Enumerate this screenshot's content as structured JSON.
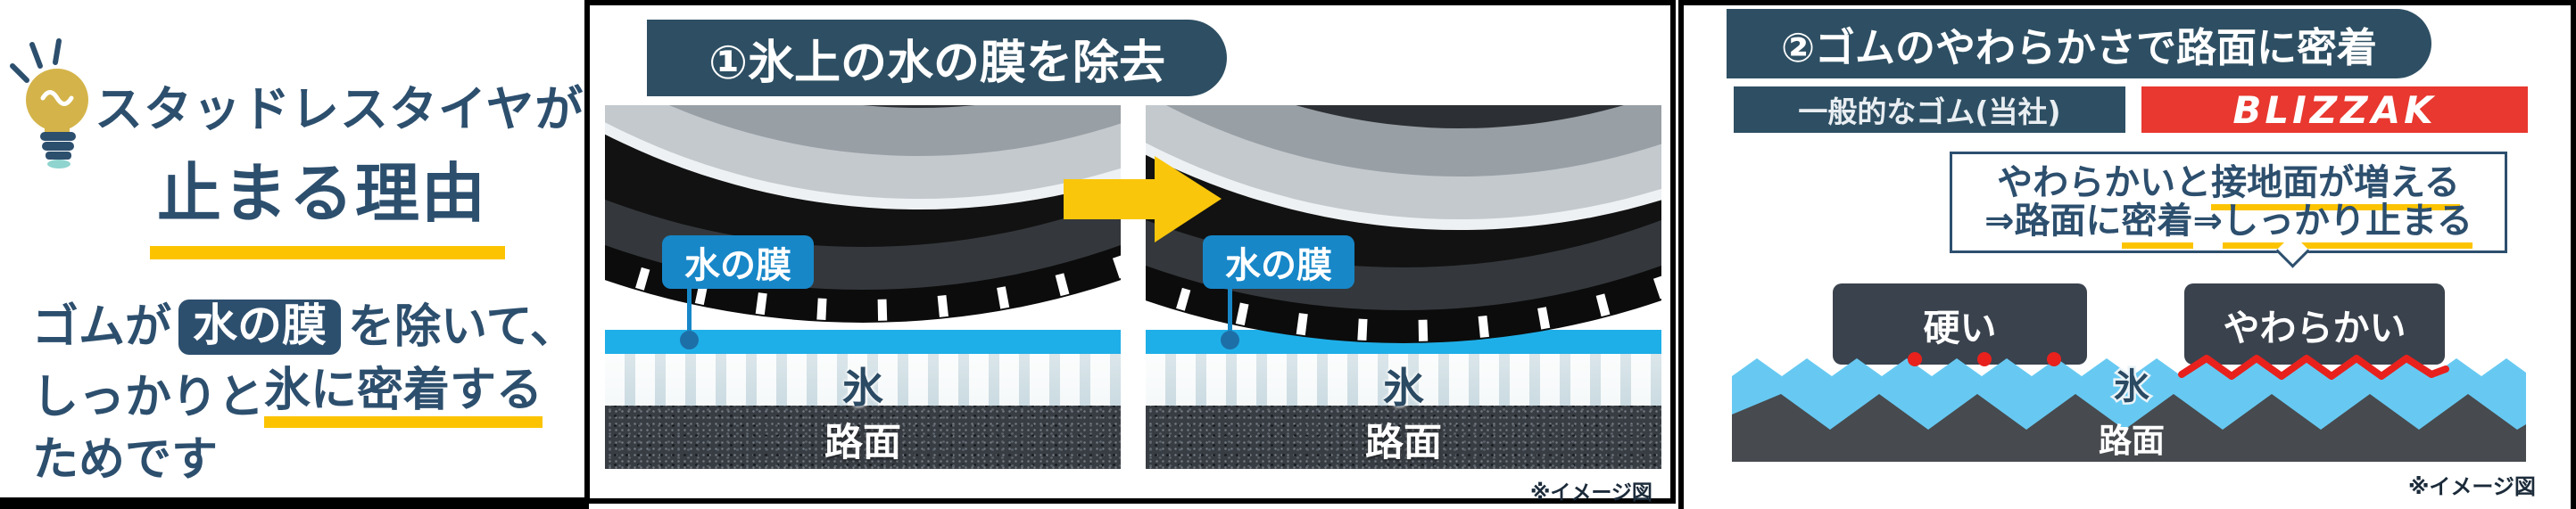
{
  "colors": {
    "navy": "#2d4f6e",
    "header_navy": "#2e4f63",
    "yellow": "#fcc400",
    "water_cyan": "#1fafe8",
    "label_blue": "#1787c8",
    "brand_red": "#e8382f",
    "contact_red": "#e8211d",
    "block_gray": "#3a424d",
    "ice_blue": "#67c9f2",
    "road_gray": "#474a4e"
  },
  "left_panel": {
    "icon": "lightbulb-icon",
    "title_line1": "スタッドレスタイヤが",
    "title_line2": "止まる理由",
    "body_line1_pre": "ゴムが",
    "body_line1_highlight": "水の膜",
    "body_line1_post": "を除いて、",
    "body_line2_pre": "しっかりと",
    "body_line2_underlined": "氷に密着する",
    "body_line3": "ためです"
  },
  "middle_panel": {
    "header": "①氷上の水の膜を除去",
    "figures": {
      "before": {
        "label": "水の膜",
        "ice": "氷",
        "road": "路面"
      },
      "after": {
        "label": "水の膜",
        "ice": "氷",
        "road": "路面"
      }
    },
    "note": "※イメージ図"
  },
  "right_panel": {
    "header": "②ゴムのやわらかさで路面に密着",
    "compare": {
      "generic": "一般的なゴム(当社)",
      "brand": "BLIZZAK"
    },
    "bubble": {
      "l1_pre": "やわらかいと",
      "l1_underlined": "接地面が増える",
      "l2_a": "⇒路面に",
      "l2_b": "密着",
      "l2_c": "⇒",
      "l2_d": "しっかり止まる"
    },
    "blocks": {
      "hard": "硬い",
      "soft": "やわらかい"
    },
    "diagram": {
      "ice": "氷",
      "road": "路面"
    },
    "note": "※イメージ図"
  }
}
